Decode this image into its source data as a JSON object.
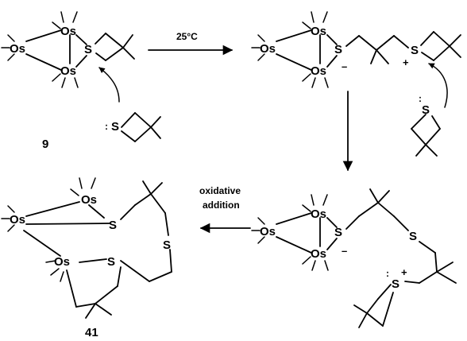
{
  "atoms": {
    "osmium": "Os",
    "sulfur": "S"
  },
  "charges": {
    "minus": "–",
    "plus": "+"
  },
  "lone_pair": ":",
  "compounds": {
    "starting_cluster": "9",
    "product": "41"
  },
  "conditions": {
    "step1": "25°C",
    "step3_line1": "oxidative",
    "step3_line2": "addition"
  }
}
